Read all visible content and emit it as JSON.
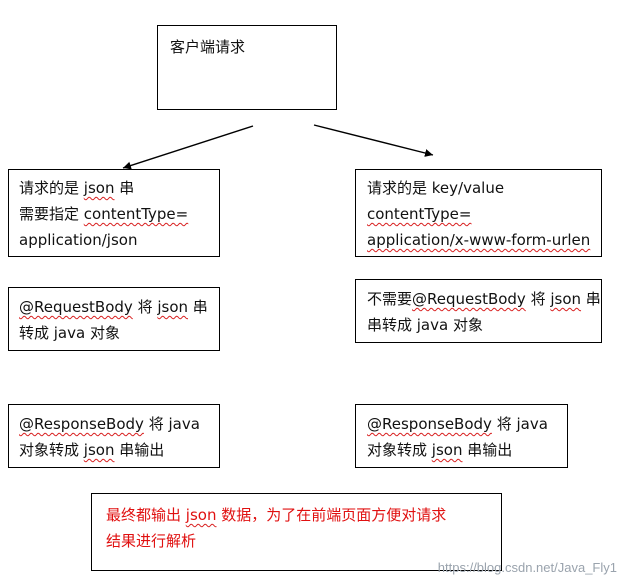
{
  "diagram": {
    "top_box": {
      "label": "客户端请求"
    },
    "left_column": {
      "request_box": {
        "line1_prefix": "请求的是 ",
        "line1_code": "json",
        "line1_suffix": " 串",
        "line2_prefix": "需要指定 ",
        "line2_code": "contentType=",
        "line3": "application/json"
      },
      "request_body_box": {
        "line1_code": "@RequestBody",
        "line1_mid": " 将 ",
        "line1_code2": "json",
        "line1_suffix": " 串",
        "line2": "转成 java 对象"
      },
      "response_body_box": {
        "line1_code": "@ResponseBody",
        "line1_suffix": "  将  java",
        "line2_prefix": "对象转成 ",
        "line2_code": "json",
        "line2_suffix": " 串输出"
      }
    },
    "right_column": {
      "request_box": {
        "line1": "请求的是 key/value",
        "line2": "contentType=",
        "line3": "application/x-www-form-urlen"
      },
      "request_body_box": {
        "line1_prefix": "不需要",
        "line1_code": "@RequestBody",
        "line1_mid": " 将 ",
        "line1_code2": "json",
        "line1_suffix": " 串",
        "line2": "串转成 java 对象"
      },
      "response_body_box": {
        "line1_code": "@ResponseBody",
        "line1_suffix": "  将  java",
        "line2_prefix": "对象转成 ",
        "line2_code": "json",
        "line2_suffix": " 串输出"
      }
    },
    "bottom_note": {
      "line1_prefix": "最终都输出 ",
      "line1_code": "json",
      "line1_suffix": " 数据，为了在前端页面方便对请求",
      "line2": "结果进行解析",
      "color": "#e01010"
    },
    "watermark": "https://blog.csdn.net/Java_Fly1"
  }
}
